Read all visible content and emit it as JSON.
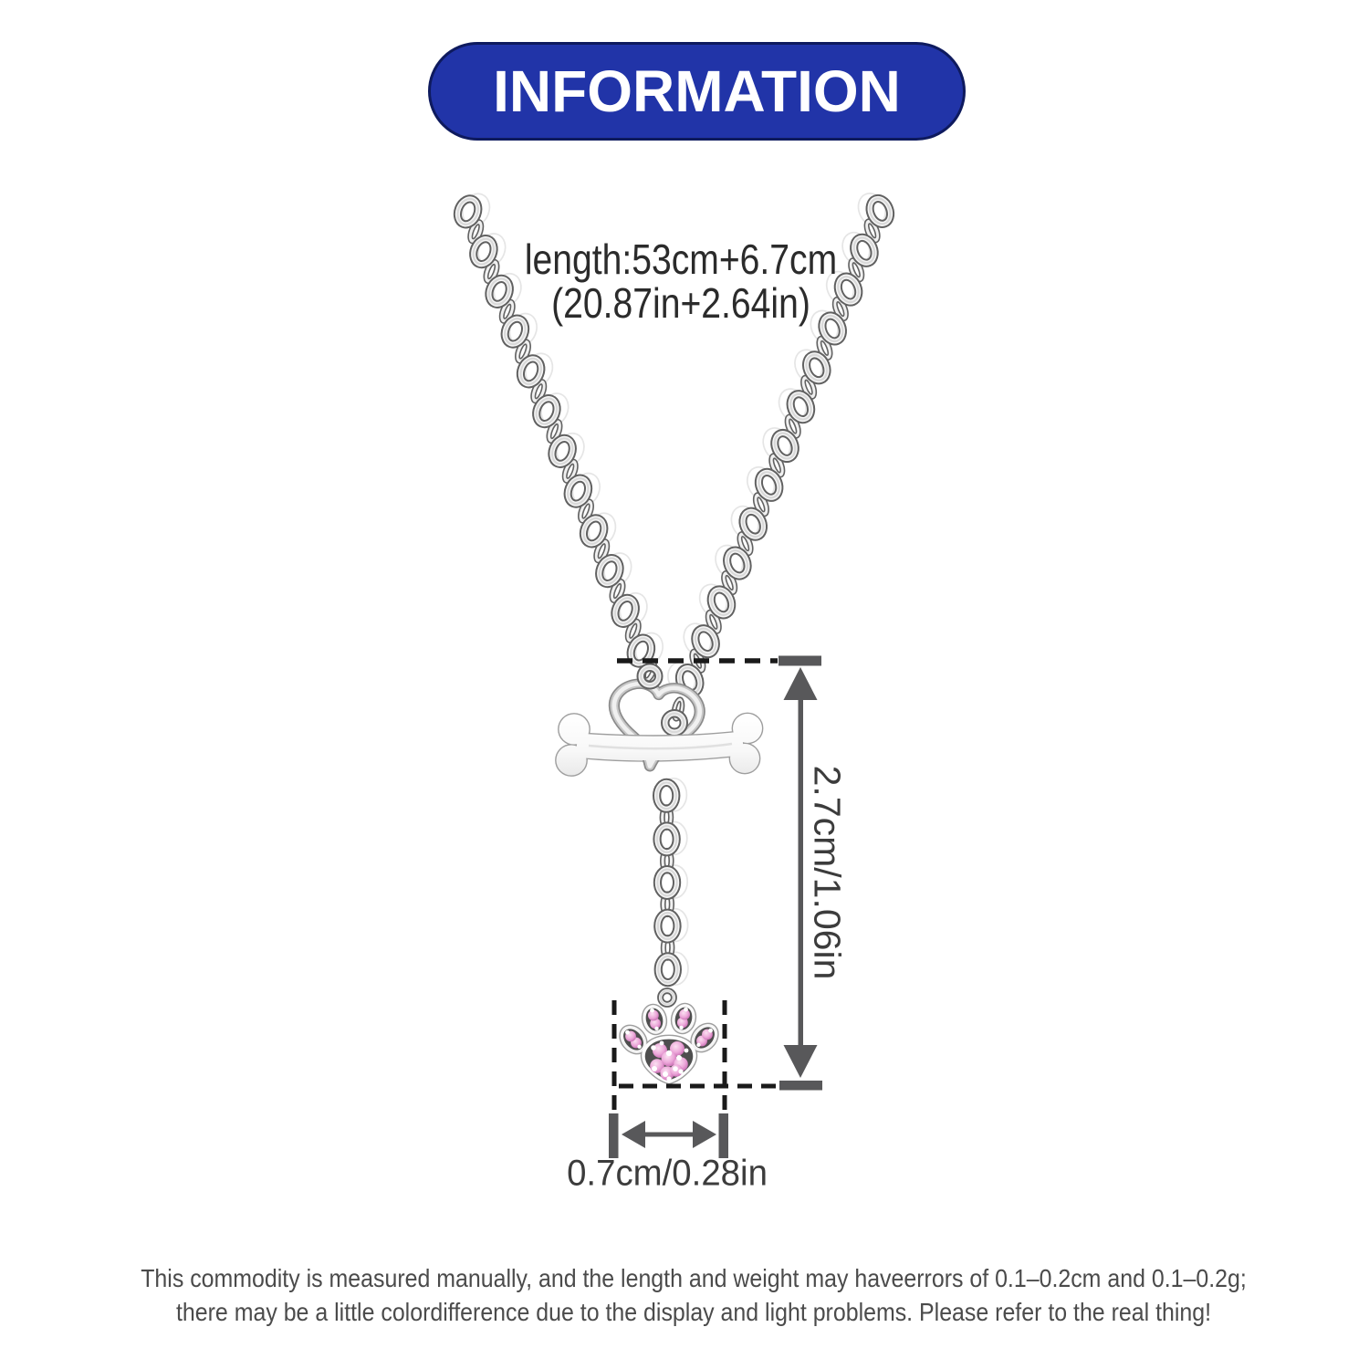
{
  "page": {
    "background": "#ffffff"
  },
  "header": {
    "title": "INFORMATION",
    "bg_color": "#2134a8",
    "border_color": "#0e1a5e",
    "text_color": "#ffffff"
  },
  "length_label": {
    "line1": "length:53cm+6.7cm",
    "line2": "(20.87in+2.64in)"
  },
  "dimension_labels": {
    "vertical": "2.7cm/1.06in",
    "horizontal": "0.7cm/0.28in"
  },
  "disclaimer": {
    "line1": "This commodity is measured manually, and the length and weight may haveerrors of 0.1–0.2cm and 0.1–0.2g;",
    "line2": "there may be a little colordifference due to the display and light problems. Please refer to the real thing!"
  },
  "colors": {
    "dash_black": "#1a1a1a",
    "dim_gray": "#58585a",
    "link_edge": "#616161",
    "link_fill": "#f7f7f7",
    "link_shade": "#d9d9d9",
    "silver_ghost": "#e5e5e5",
    "charm_stroke": "#9e9e9e",
    "charm_dark": "#8b8b8b",
    "charm_mid": "#c9c9c9",
    "charm_light": "#f3f3f3",
    "gem_well": "#4e4e4e",
    "pink_light": "#fbe0f1",
    "pink_mid": "#eca7d9",
    "pink_dark": "#c161ab"
  }
}
